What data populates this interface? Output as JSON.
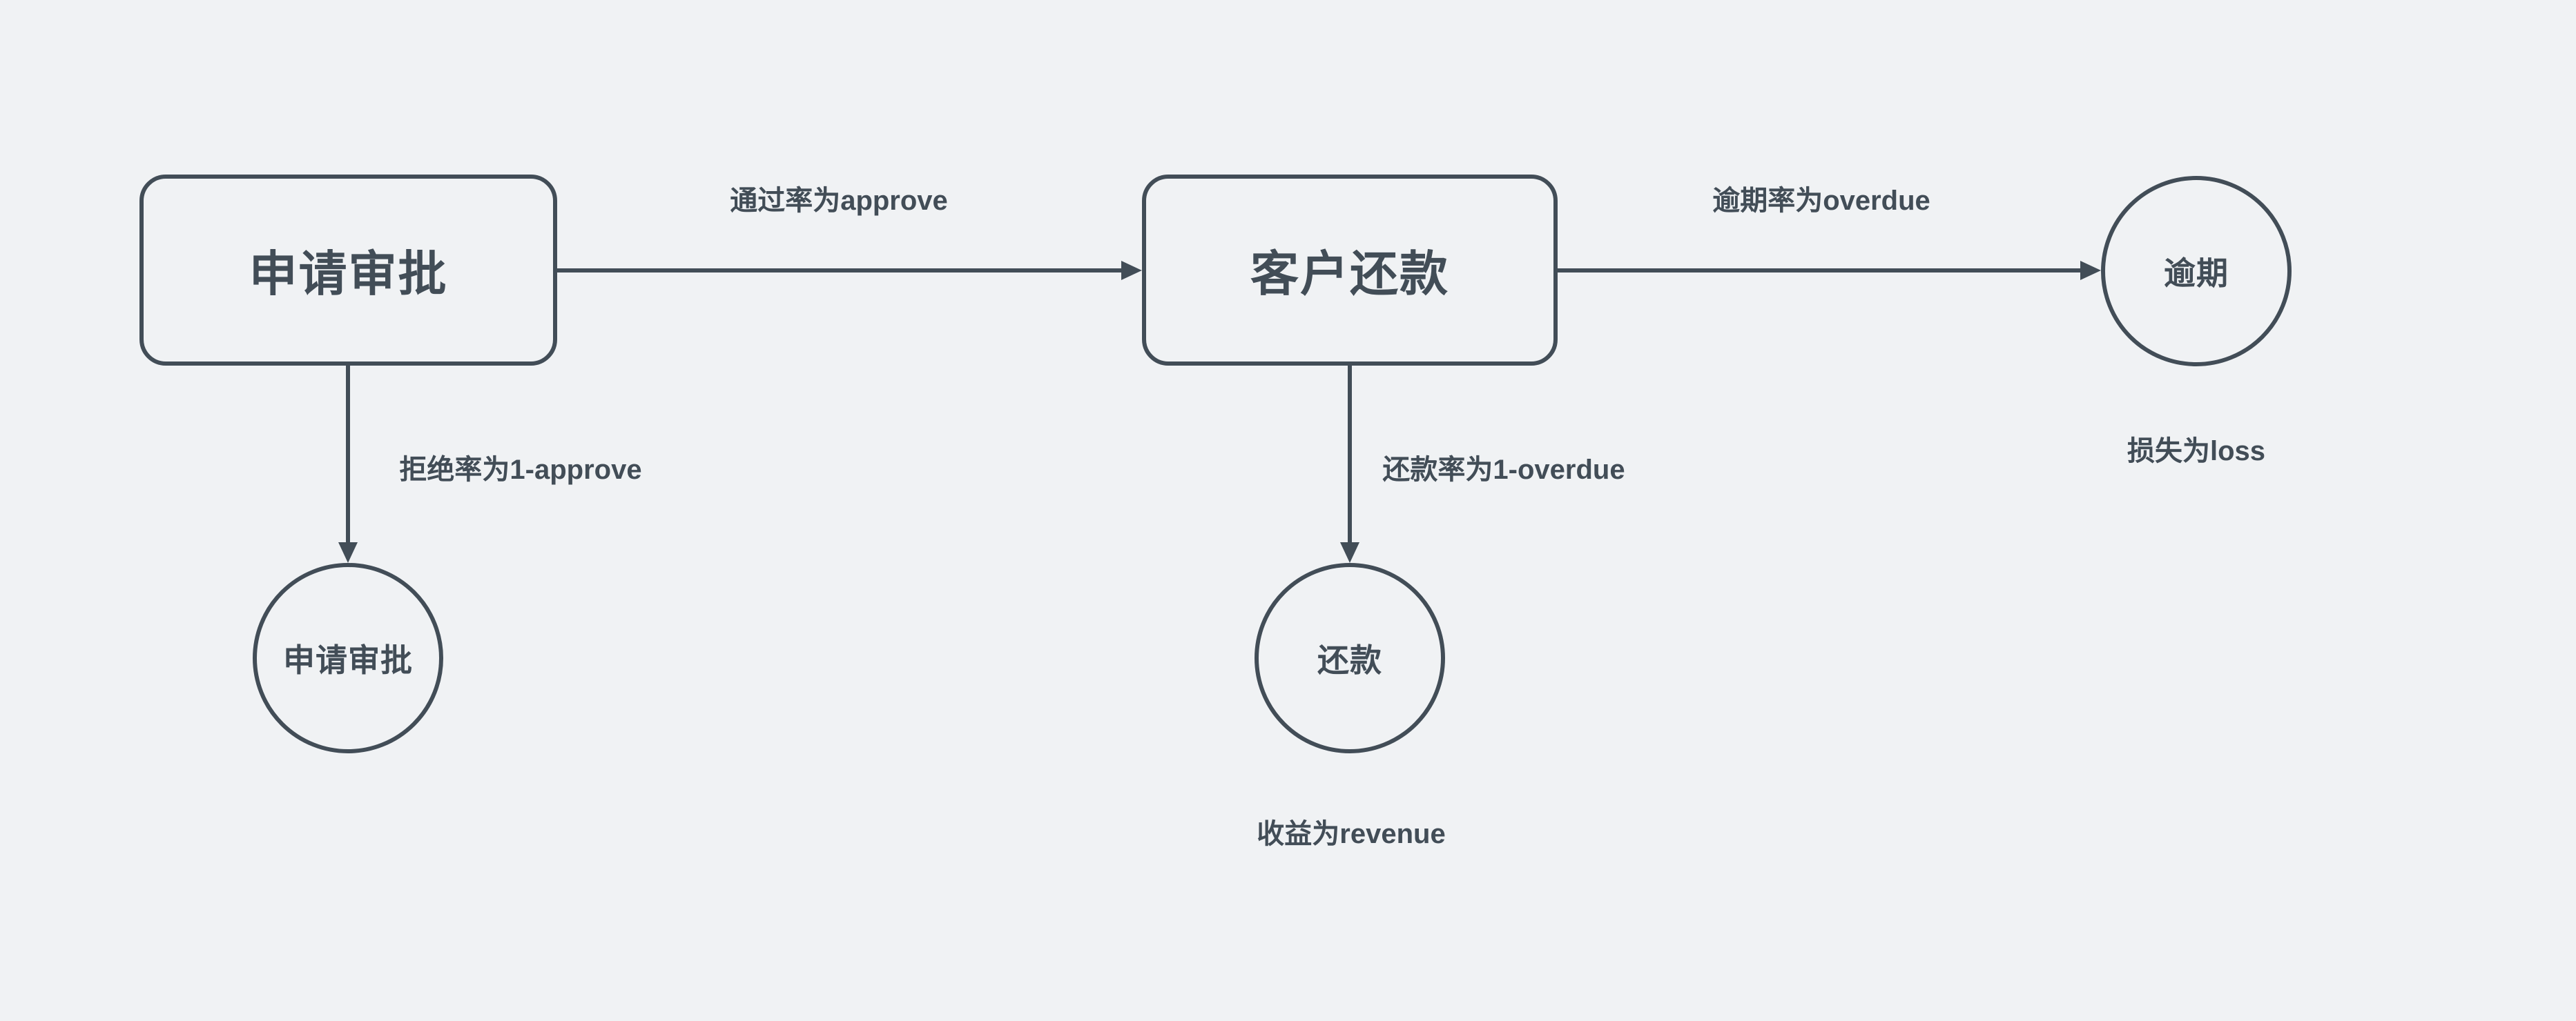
{
  "diagram_type": "flowchart",
  "colors": {
    "background": "#f0f2f4",
    "ink": "#424d57"
  },
  "nodes": {
    "apply_box": {
      "shape": "rounded-rect",
      "label": "申请审批"
    },
    "repay_box": {
      "shape": "rounded-rect",
      "label": "客户还款"
    },
    "overdue_circle": {
      "shape": "circle",
      "label": "逾期"
    },
    "apply_circle": {
      "shape": "circle",
      "label": "申请审批"
    },
    "repay_circle": {
      "shape": "circle",
      "label": "还款"
    }
  },
  "edges": {
    "approve": {
      "from": "apply_box",
      "to": "repay_box",
      "direction": "right",
      "label": "通过率为approve"
    },
    "overdue": {
      "from": "repay_box",
      "to": "overdue_circle",
      "direction": "right",
      "label": "逾期率为overdue"
    },
    "reject": {
      "from": "apply_box",
      "to": "apply_circle",
      "direction": "down",
      "label": "拒绝率为1-approve"
    },
    "repay": {
      "from": "repay_box",
      "to": "repay_circle",
      "direction": "down",
      "label": "还款率为1-overdue"
    }
  },
  "captions": {
    "loss": {
      "for": "overdue_circle",
      "text": "损失为loss"
    },
    "revenue": {
      "for": "repay_circle",
      "text": "收益为revenue"
    }
  }
}
